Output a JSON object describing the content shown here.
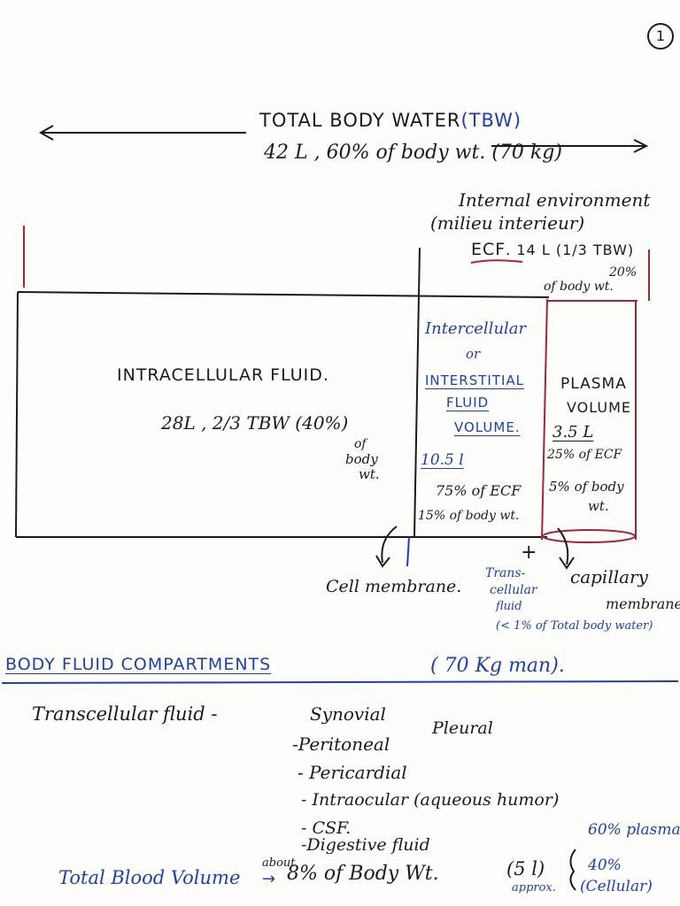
{
  "page_number": "1",
  "tbw": {
    "heading": "TOTAL BODY WATER",
    "abbr": "(TBW)",
    "detail": "42 L , 60% of body wt. (70 kg)"
  },
  "ecf_header": {
    "line1": "Internal environment",
    "line2": "(milieu interieur)",
    "ecf_label": "ECF",
    "ecf_value": ". 14 L (1/3 TBW)",
    "pct": "20%",
    "pct_of": "of body wt."
  },
  "icf": {
    "title": "INTRACELLULAR FLUID.",
    "volume": "28L , 2/3 TBW (40%)",
    "of": "of",
    "body": "body",
    "wt": "wt."
  },
  "isf": {
    "line1": "Intercellular",
    "line2": "or",
    "line3": "INTERSTITIAL",
    "line4": "FLUID",
    "line5": "VOLUME.",
    "volume": "10.5 l",
    "pct_ecf": "75% of ECF",
    "pct_body": "15% of body wt."
  },
  "plasma": {
    "line1": "PLASMA",
    "line2": "VOLUME",
    "volume": "3.5 L",
    "pct_ecf": "25% of ECF",
    "pct_body": "5% of body",
    "wt": "wt."
  },
  "labels": {
    "cell_membrane": "Cell membrane.",
    "plus": "+",
    "trans1": "Trans-",
    "trans2": "cellular",
    "trans3": "fluid",
    "trans_pct": "(< 1% of Total body water)",
    "capillary": "capillary",
    "capillary_membrane": "membrane"
  },
  "section_title": "BODY FLUID COMPARTMENTS",
  "section_sub": "( 70 Kg man).",
  "transcellular": {
    "label": "Transcellular fluid -",
    "items": [
      "Synovial",
      "Pleural",
      "-Peritoneal",
      "- Pericardial",
      "- Intraocular (aqueous humor)",
      "- CSF.",
      "-Digestive fluid"
    ]
  },
  "blood": {
    "label": "Total Blood Volume",
    "arrow": "→",
    "about": "about",
    "value": "8% of Body Wt.",
    "litres": "(5 l)",
    "approx": "approx.",
    "plasma": "60% plasma",
    "cellular": "40%",
    "cellular_label": "(Cellular)"
  },
  "colors": {
    "ink": "#1a1a1a",
    "blue_ink": "#1f3fb0",
    "red_ink": "#a4243b"
  }
}
